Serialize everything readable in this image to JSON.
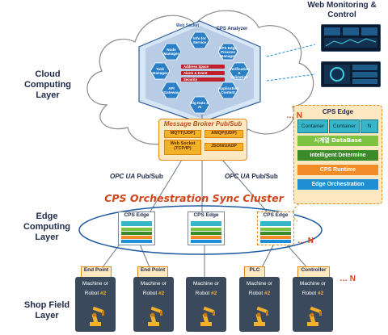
{
  "layers": {
    "cloud": "Cloud Computing Layer",
    "edge": "Edge Computing Layer",
    "shop": "Shop Field Layer"
  },
  "monitoring": {
    "title": "Web Monitoring & Control"
  },
  "analyzer": {
    "title": "CPS Analyzer",
    "side_label": "Web Socket",
    "nodes": [
      "Node Manager",
      "Task Manager",
      "API Gateway",
      "Info for Service",
      "CPS Edge Process Manager",
      "Verification & Validation",
      "Application Content",
      "Big Data & AI"
    ],
    "addresses": [
      "Address Space",
      "Alarm & Event",
      "Security"
    ]
  },
  "broker": {
    "title": "Message Broker Pub/Sub",
    "items": [
      "MQTT(UDP)",
      "AMQP(UDP)",
      "Web Socket (TCP/IP)",
      "JSON/UADP"
    ]
  },
  "opc": {
    "logo": "OPC UA",
    "pubsub": "Pub/Sub"
  },
  "cluster": {
    "title": "CPS Orchestration Sync Cluster"
  },
  "edge": {
    "title": "CPS Edge",
    "nodes": [
      "CPS Edge",
      "CPS Edge",
      "CPS Edge"
    ],
    "n_label": "N"
  },
  "detail": {
    "title": "CPS Edge",
    "containers": [
      "Container",
      "Container",
      "N"
    ],
    "bars": [
      "시계열 DataBase",
      "Intelligent Determine",
      "CPS Runtime",
      "Edge Orchestration"
    ],
    "colors": [
      "#7ec242",
      "#3a8a2a",
      "#f28c28",
      "#1e8fd6"
    ]
  },
  "shop": {
    "tags": [
      "End Point",
      "End Point",
      "PLC",
      "Controller"
    ],
    "machine_label": "Machine or",
    "robot_label": "Robot",
    "robot_num": "#2",
    "n_label": "N",
    "machine_count": 5
  }
}
